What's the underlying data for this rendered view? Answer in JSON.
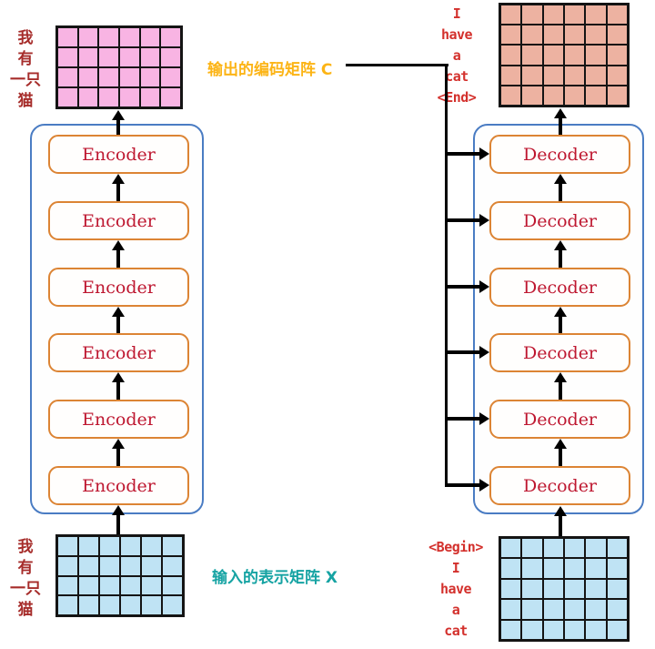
{
  "stacks": {
    "encoder": [
      "Encoder",
      "Encoder",
      "Encoder",
      "Encoder",
      "Encoder",
      "Encoder"
    ],
    "decoder": [
      "Decoder",
      "Decoder",
      "Decoder",
      "Decoder",
      "Decoder",
      "Decoder"
    ]
  },
  "labels": {
    "encoded_matrix": "输出的编码矩阵 C",
    "input_matrix": "输入的表示矩阵 X"
  },
  "tokens": {
    "source": [
      "我",
      "有",
      "一只",
      "猫"
    ],
    "output": [
      "I",
      "have",
      "a",
      "cat",
      "<End>"
    ],
    "shifted_input": [
      "<Begin>",
      "I",
      "have",
      "a",
      "cat"
    ]
  },
  "grids": {
    "encoder_output": {
      "rows": 4,
      "cols": 6,
      "cell_color": "#f8b4e3"
    },
    "decoder_output": {
      "rows": 5,
      "cols": 6,
      "cell_color": "#edb2a1"
    },
    "encoder_input": {
      "rows": 4,
      "cols": 6,
      "cell_color": "#bfe3f4"
    },
    "decoder_input": {
      "rows": 5,
      "cols": 6,
      "cell_color": "#bfe3f4"
    }
  },
  "colors": {
    "token_zh": "#a62c2a",
    "token_en": "#d3302c",
    "block_text": "#be1730",
    "block_border": "#dc8434",
    "frame_border": "#4a7cc3",
    "label_encoded": "#fcb415",
    "label_input": "#16a3a3",
    "grid_line": "#141414",
    "arrow": "#000000"
  }
}
